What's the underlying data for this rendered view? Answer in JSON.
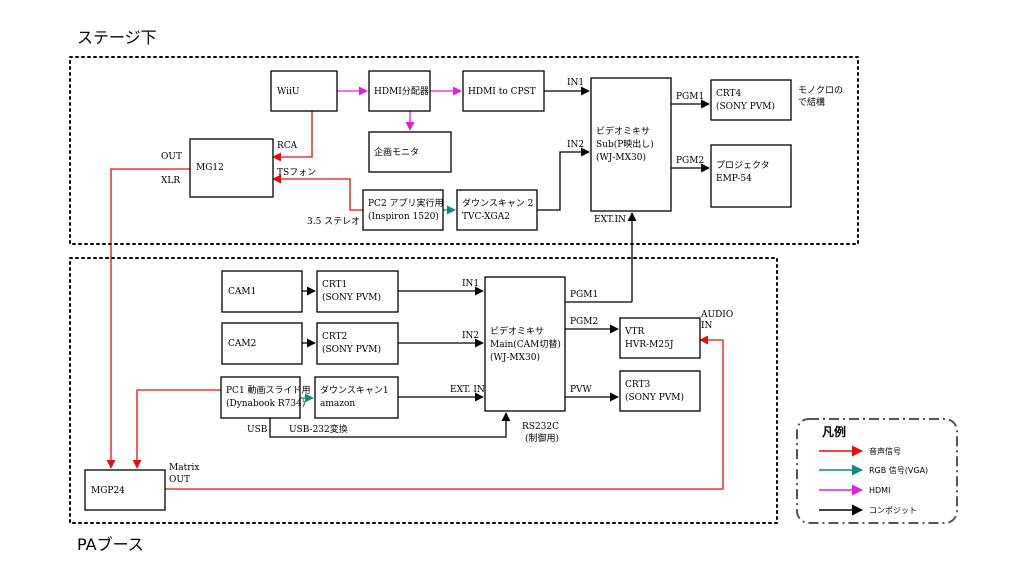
{
  "zones": {
    "stage": "ステージ下",
    "pa": "PAブース"
  },
  "nodes": {
    "wiiu": [
      "WiiU"
    ],
    "hdmi_splitter": [
      "HDMI分配器"
    ],
    "hdmi_to_cpst": [
      "HDMI to CPST"
    ],
    "planning_monitor": [
      "企画モニタ"
    ],
    "mg12": [
      "MG12"
    ],
    "pc2": [
      "PC2 アプリ実行用",
      "(Inspiron 1520)"
    ],
    "downscan2": [
      "ダウンスキャン 2",
      "TVC-XGA2"
    ],
    "mixer_sub": [
      "ビデオミキサ",
      "Sub(P映出し)",
      "(WJ-MX30)"
    ],
    "crt4": [
      "CRT4",
      "(SONY PVM)"
    ],
    "projector": [
      "プロジェクタ",
      "EMP-54"
    ],
    "cam1": [
      "CAM1"
    ],
    "crt1": [
      "CRT1",
      "(SONY PVM)"
    ],
    "cam2": [
      "CAM2"
    ],
    "crt2": [
      "CRT2",
      "(SONY PVM)"
    ],
    "pc1": [
      "PC1 動画スライド用",
      "(Dynabook R734)"
    ],
    "downscan1": [
      "ダウンスキャン1",
      "amazon"
    ],
    "mixer_main": [
      "ビデオミキサ",
      "Main(CAM切替)",
      "(WJ-MX30)"
    ],
    "vtr": [
      "VTR",
      "HVR-M25J"
    ],
    "crt3": [
      "CRT3",
      "(SONY PVM)"
    ],
    "mgp24": [
      "MGP24"
    ]
  },
  "labels": {
    "crt4_note": [
      "モノクロの",
      "で結構"
    ],
    "sub_in1": "IN1",
    "sub_in2": "IN2",
    "sub_pgm1": "PGM1",
    "sub_pgm2": "PGM2",
    "sub_ext_in": "EXT.IN",
    "rca": "RCA",
    "ts_phone": "TSフォン",
    "mg12_out": "OUT",
    "mg12_xlr": "XLR",
    "stereo35": "3.5 ステレオ",
    "main_in1": "IN1",
    "main_in2": "IN2",
    "main_ext_in": "EXT. IN",
    "main_pgm1": "PGM1",
    "main_pgm2": "PGM2",
    "main_pvw": "PVW",
    "audio_in": [
      "AUDIO",
      "IN"
    ],
    "rs232c": [
      "RS232C",
      "(制御用)"
    ],
    "usb": "USB",
    "usb232": "USB-232変換",
    "matrix_out": [
      "Matrix",
      "OUT"
    ]
  },
  "legend": {
    "title": "凡例",
    "items": [
      {
        "label": "音声信号",
        "color": "#e01010"
      },
      {
        "label": "RGB 信号(VGA)",
        "color": "#138a7e"
      },
      {
        "label": "HDMI",
        "color": "#e020e0"
      },
      {
        "label": "コンポジット",
        "color": "#000000"
      }
    ]
  }
}
